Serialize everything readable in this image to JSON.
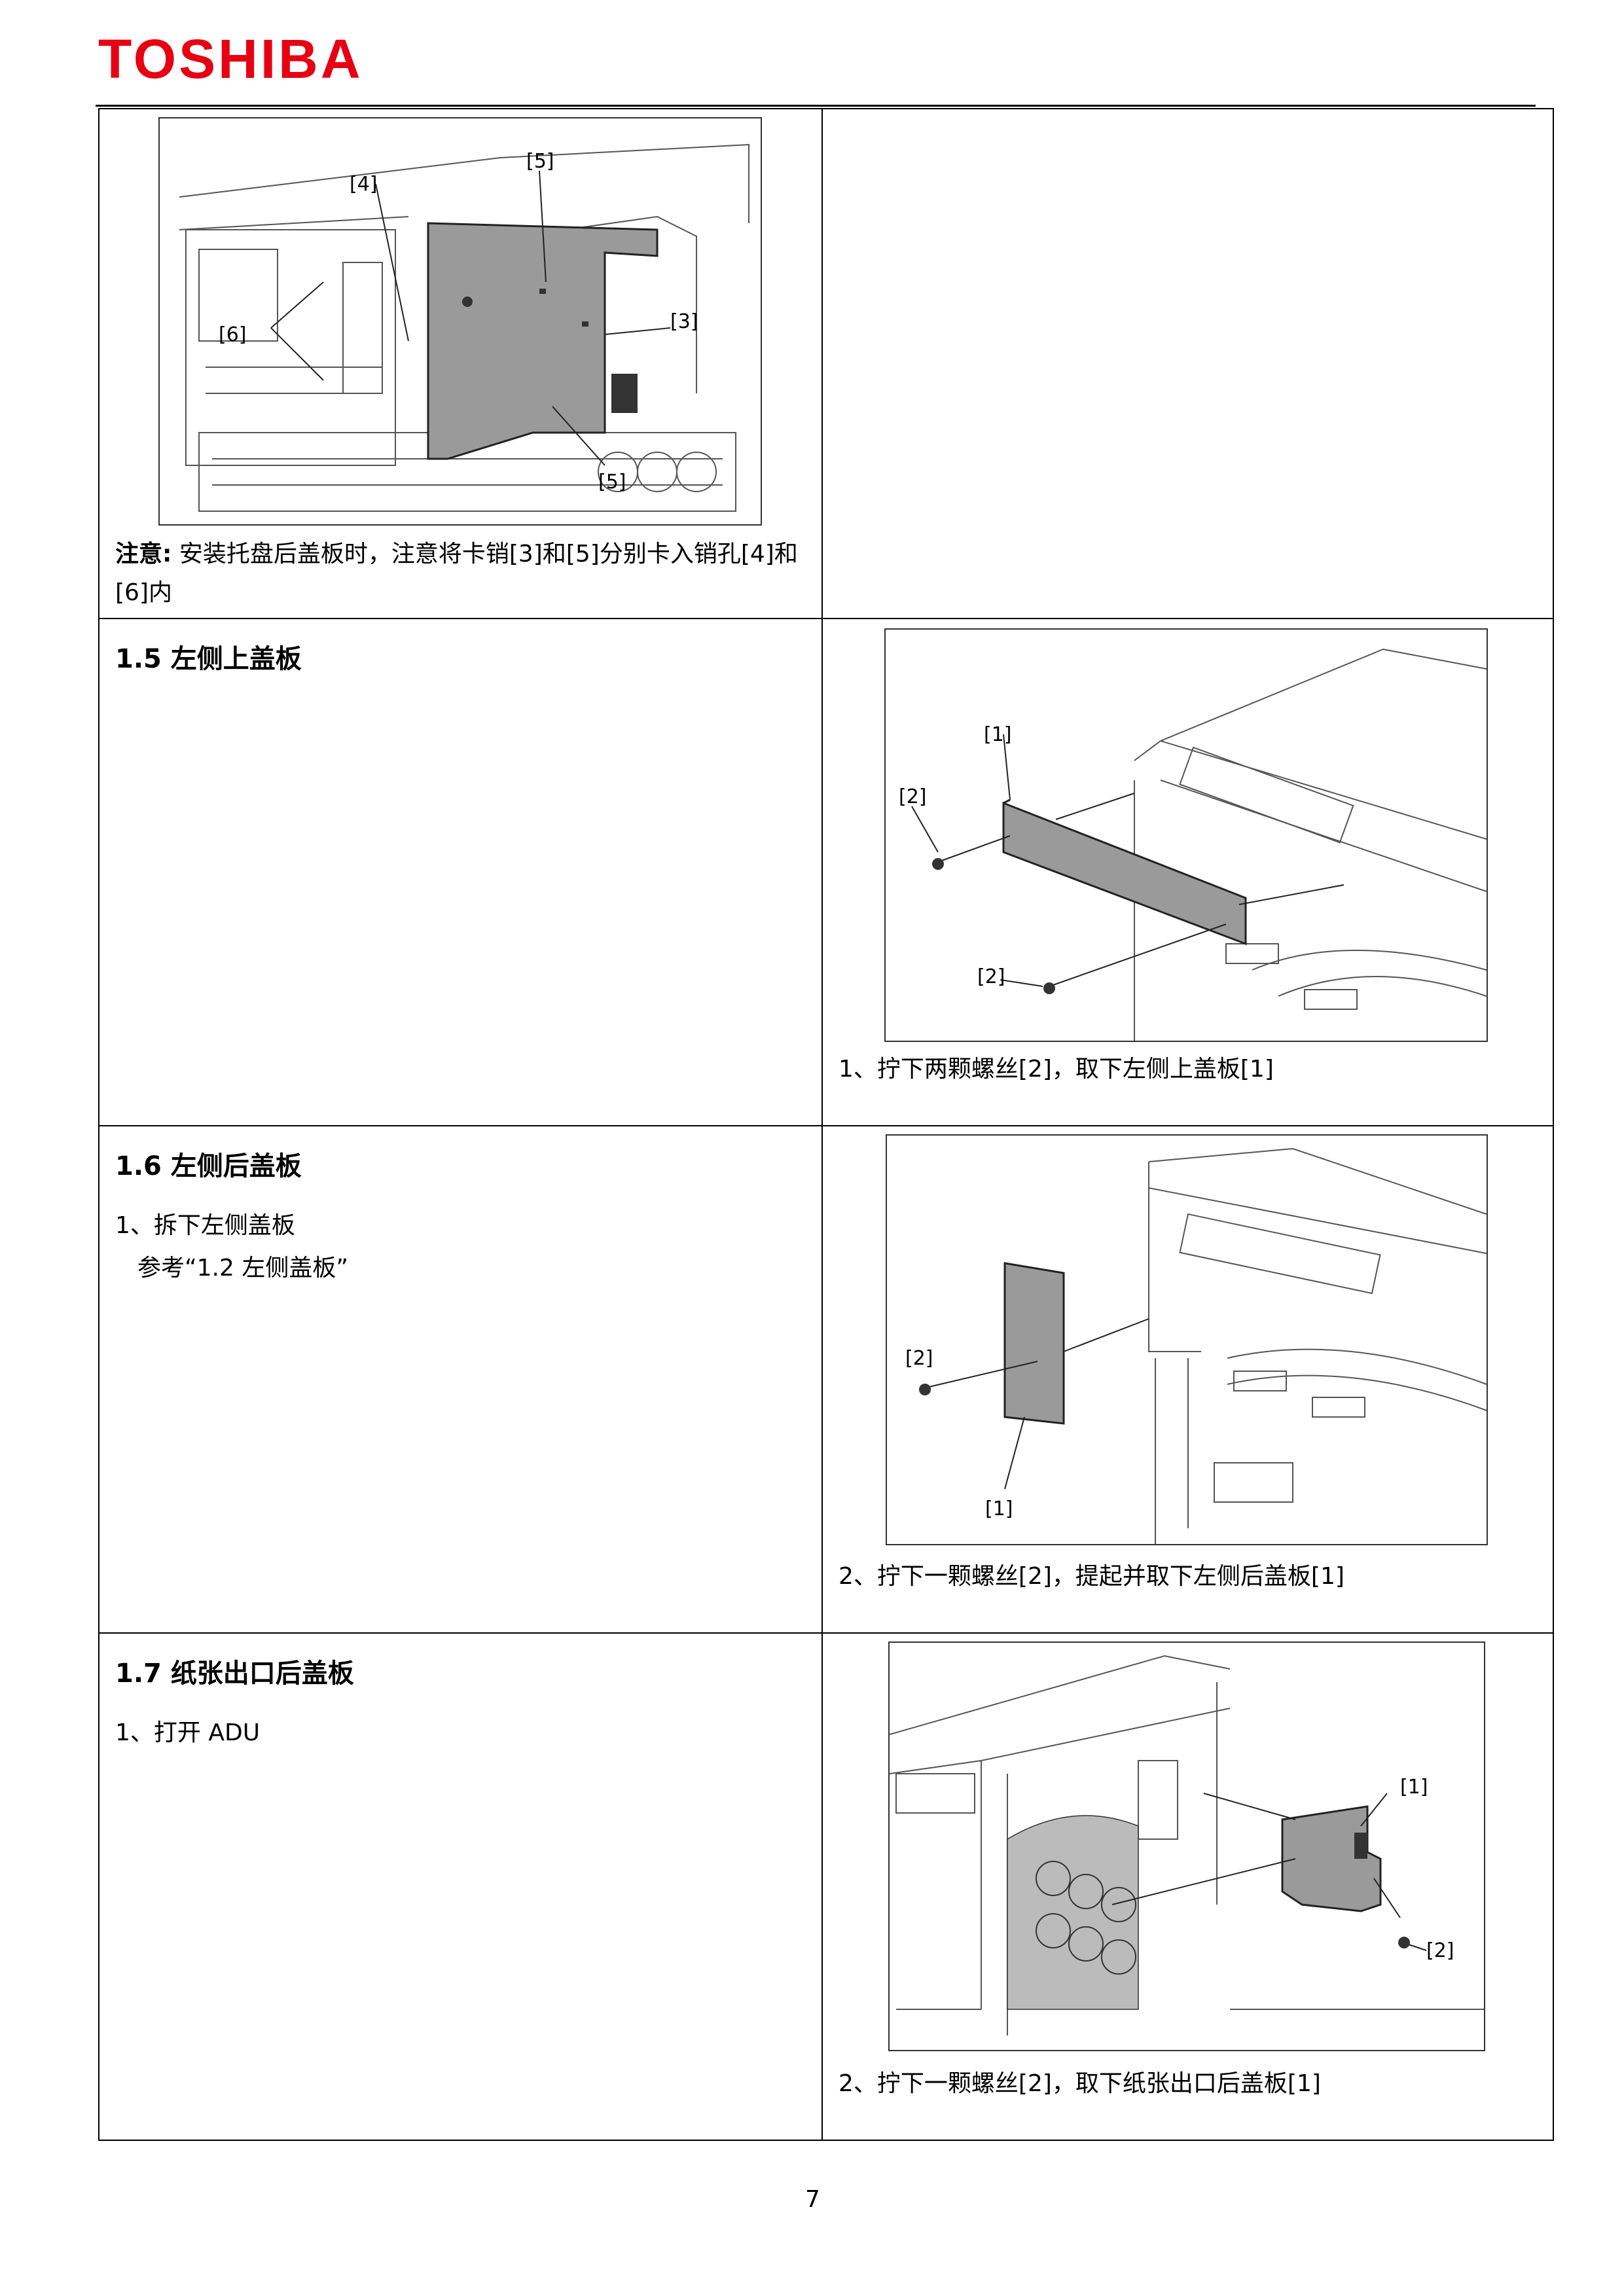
{
  "header": {
    "logo": "TOSHIBA"
  },
  "row1": {
    "note_label": "注意:",
    "note_text": " 安装托盘后盖板时，注意将卡销[3]和[5]分别卡入销孔[4]和[6]内",
    "figure_labels": [
      "[4]",
      "[5]",
      "[6]",
      "[3]",
      "[5]"
    ]
  },
  "section_1_5": {
    "title": "1.5  左侧上盖板",
    "caption": "1、拧下两颗螺丝[2]，取下左侧上盖板[1]",
    "figure_labels": [
      "[1]",
      "[2]",
      "[2]"
    ]
  },
  "section_1_6": {
    "title": "1.6  左侧后盖板",
    "step1": "1、拆下左侧盖板",
    "step1_ref": "参考“1.2  左侧盖板”",
    "caption": "2、拧下一颗螺丝[2]，提起并取下左侧后盖板[1]",
    "figure_labels": [
      "[2]",
      "[1]"
    ]
  },
  "section_1_7": {
    "title": "1.7  纸张出口后盖板",
    "step1": "1、打开 ADU",
    "caption": "2、拧下一颗螺丝[2]，取下纸张出口后盖板[1]",
    "figure_labels": [
      "[1]",
      "[2]"
    ]
  },
  "footer": {
    "page_number": "7"
  },
  "colors": {
    "brand_red": "#e60012",
    "panel_gray": "#9a9a9a"
  }
}
